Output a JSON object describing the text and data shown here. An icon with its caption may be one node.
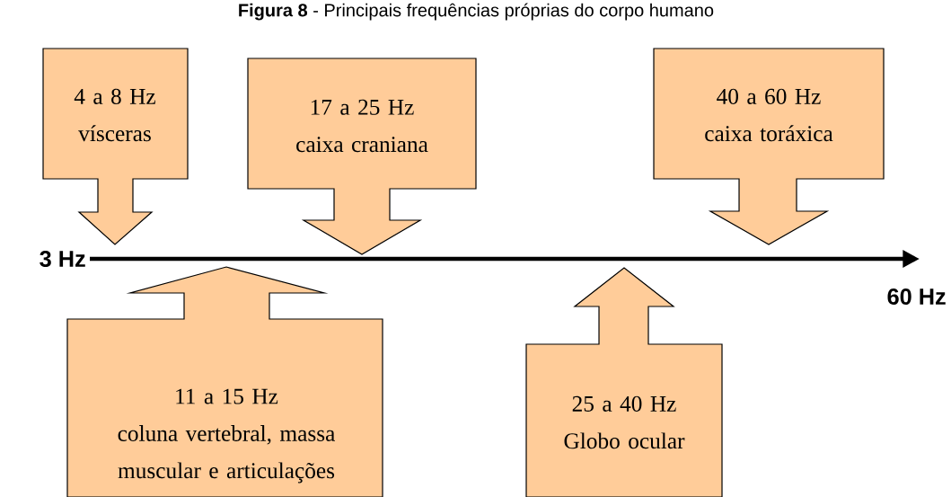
{
  "diagram": {
    "title": "**Figura 8** - Principais frequências próprias do corpo humano",
    "nodes": [
      {
        "text": [
          "4 a 8 Hz",
          "vísceras"
        ]
      },
      {
        "text": [
          "17 a 25 Hz",
          "caixa craniana"
        ]
      },
      {
        "text": [
          "40 a 60 Hz",
          "caixa toráxica"
        ]
      },
      {
        "text": [
          "11 a 15 Hz",
          "coluna vertebral, massa muscular e articulações"
        ]
      },
      {
        "text": [
          "25 a 40 Hz",
          "Globo ocular"
        ]
      }
    ],
    "labels": [
      "3 Hz",
      "60 Hz"
    ]
  }
}
